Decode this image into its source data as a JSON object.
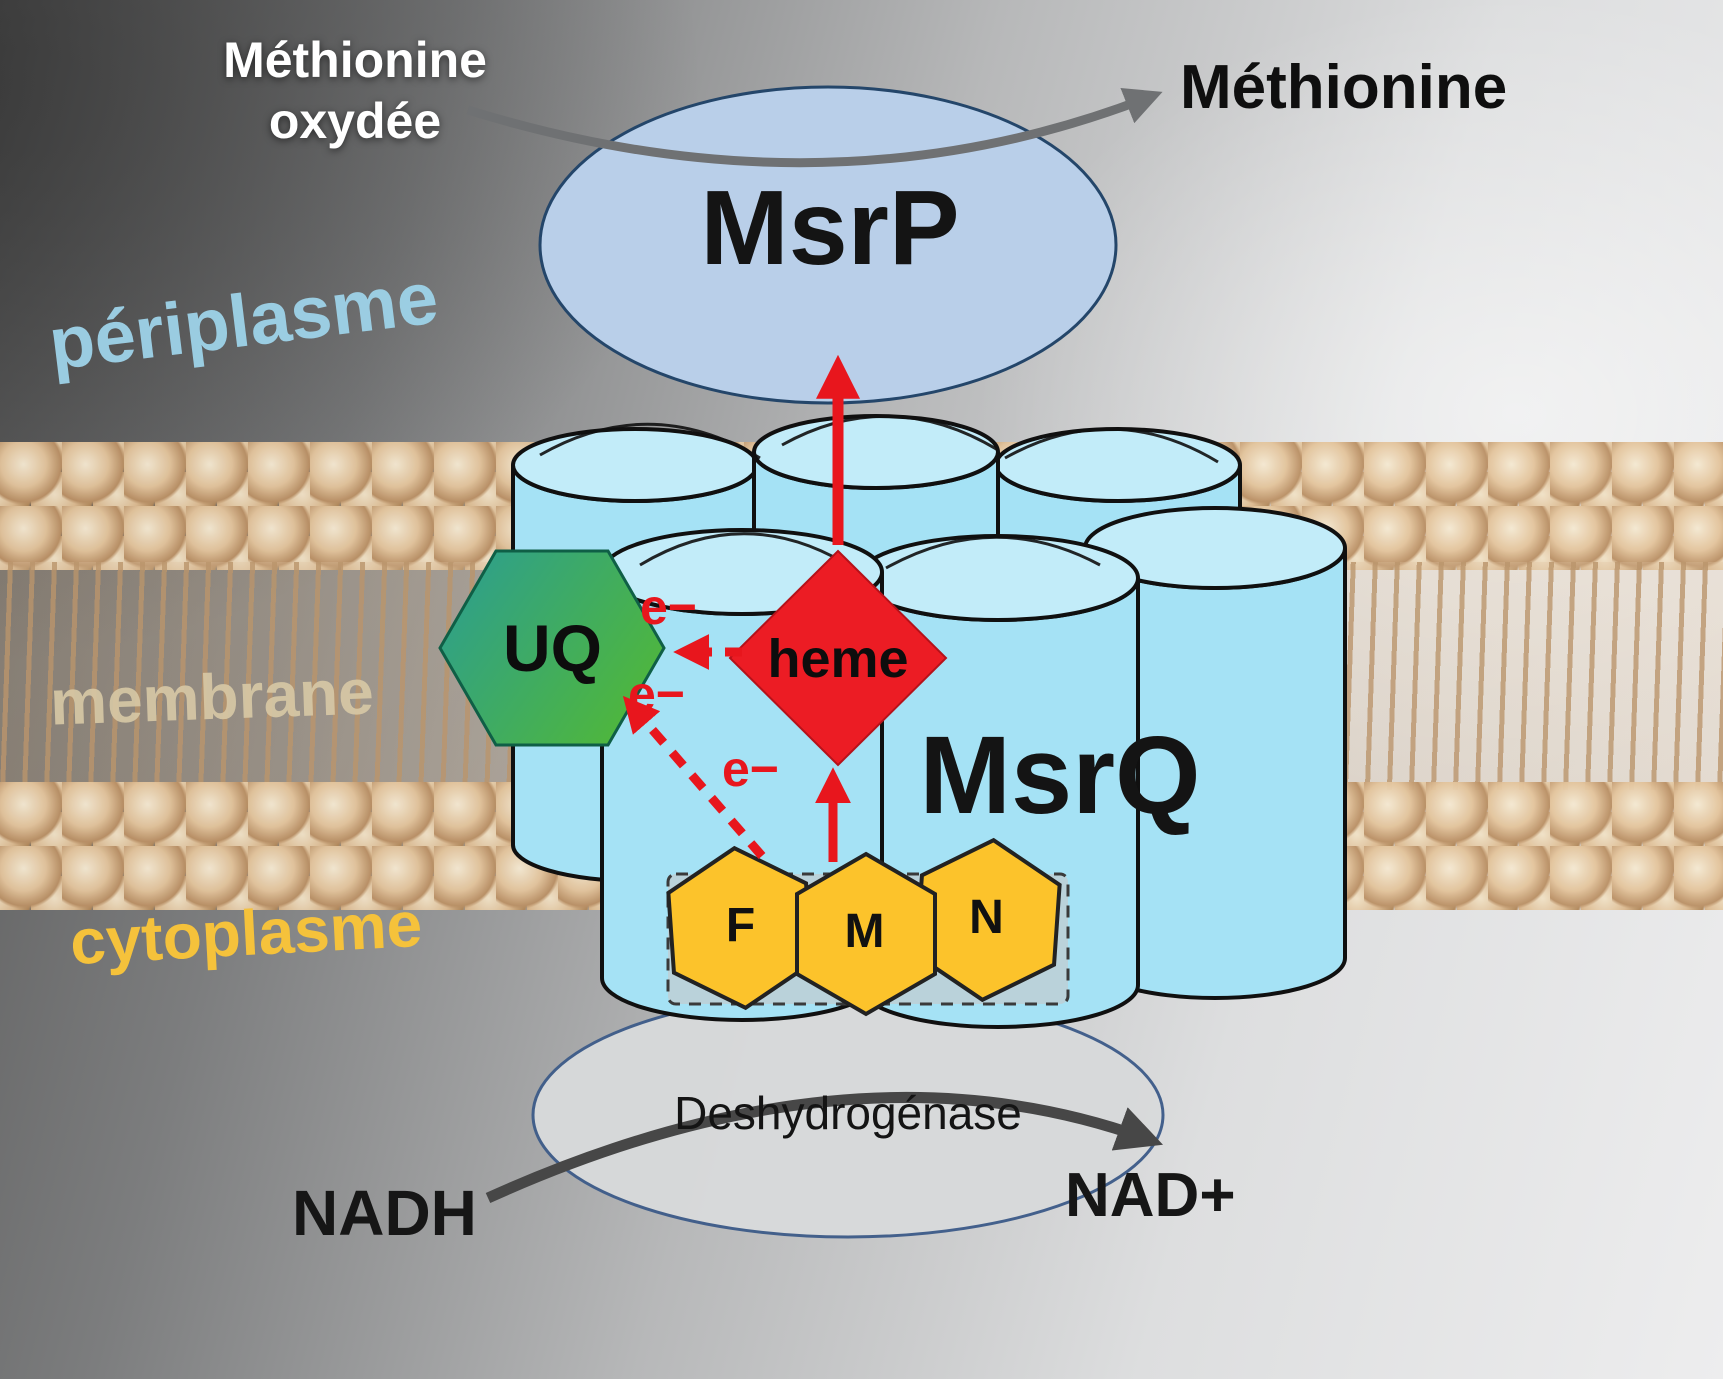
{
  "compartments": {
    "periplasme": "périplasme",
    "membrane": "membrane",
    "cytoplasme": "cytoplasme"
  },
  "molecules": {
    "methionine_oxidized_line1": "Méthionine",
    "methionine_oxidized_line2": "oxydée",
    "methionine": "Méthionine",
    "nadh": "NADH",
    "nad_plus": "NAD+"
  },
  "proteins": {
    "msrp": "MsrP",
    "msrq": "MsrQ",
    "dehydrogenase": "Deshydrogénase"
  },
  "cofactors": {
    "uq": "UQ",
    "heme": "heme",
    "fmn_f": "F",
    "fmn_m": "M",
    "fmn_n": "N"
  },
  "electron": "e−",
  "colors": {
    "accent_red": "#e8161d",
    "cylinder_fill": "#a5e2f5",
    "cylinder_cap": "#c2ecf9",
    "msrp_fill": "#b9cfe9",
    "uq_green_start": "#2b9d93",
    "uq_green_end": "#4eb63e",
    "heme_red": "#ec1c24",
    "fmn_yellow": "#fcc32b",
    "dehydrogenase_fill": "#d8dadb",
    "membrane_head_beige": "#dcba90",
    "periplasme_label_color": "#9ed3e9",
    "membrane_label_color": "#d8c9a6",
    "cytoplasme_label_color": "#f5c23b"
  }
}
